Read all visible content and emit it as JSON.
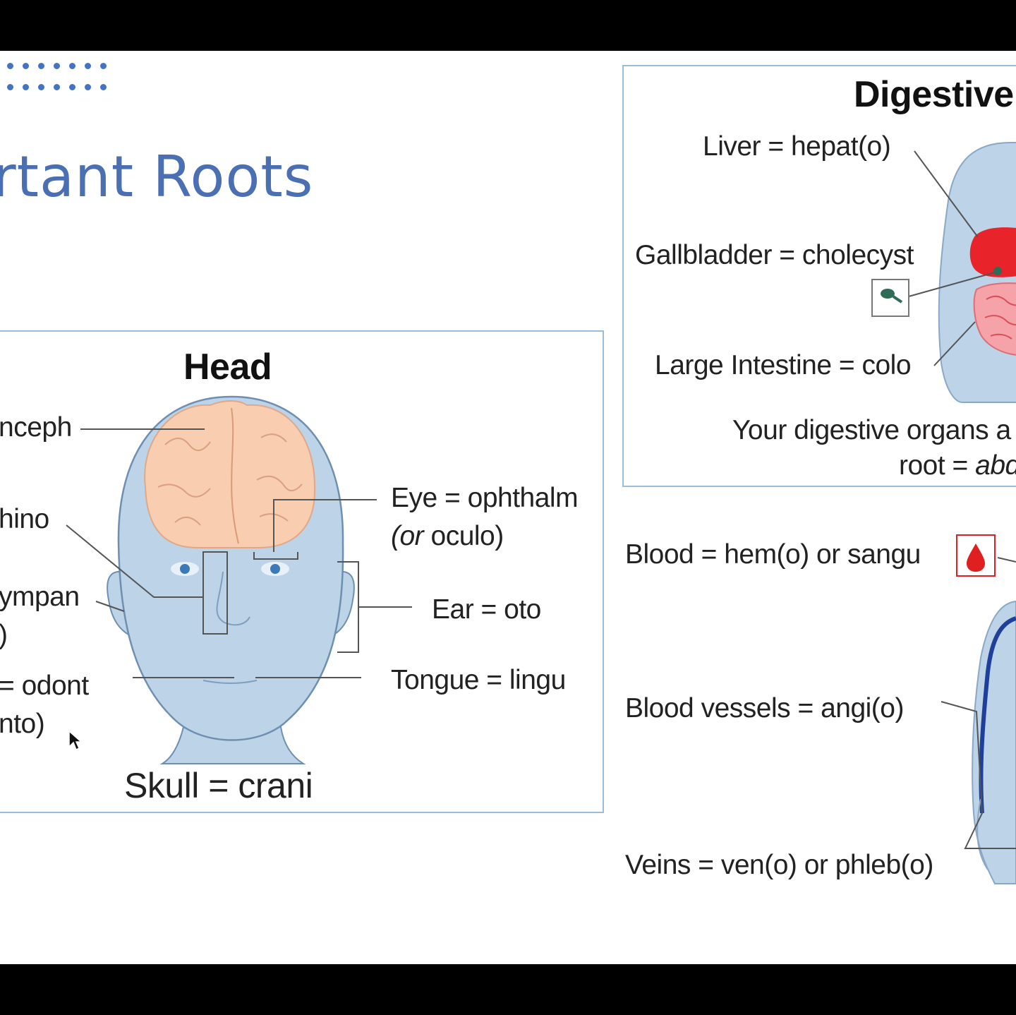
{
  "slide": {
    "title": "portant Roots"
  },
  "head_panel": {
    "heading": "Head",
    "labels": {
      "enceph": "nceph",
      "rhino": "hino",
      "tympan": "ympan",
      "tympan_paren": ")",
      "odont": "= odont",
      "odont_paren": "nto)",
      "eye_line1": "Eye = ophthalm",
      "eye_line2_italic": "(or",
      "eye_line2_rest": "oculo)",
      "ear": "Ear = oto",
      "tongue": "Tongue = lingu",
      "skull": "Skull = crani"
    }
  },
  "digestive_panel": {
    "heading": "Digestive",
    "labels": {
      "liver": "Liver = hepat(o)",
      "gallbladder": "Gallbladder = cholecyst",
      "large_intestine": "Large Intestine = colo",
      "organs_line1": "Your digestive organs a",
      "organs_line2_prefix": "root =",
      "organs_line2_italic": "abd"
    }
  },
  "blood_section": {
    "labels": {
      "blood": "Blood = hem(o) or sangu",
      "blood_vessels": "Blood vessels = angi(o)",
      "veins": "Veins = ven(o) or phleb(o)"
    }
  },
  "icons": [
    "gallbladder-icon",
    "blood-drop-icon",
    "mouse-cursor-icon"
  ],
  "colors": {
    "title_blue": "#4a6fb3",
    "panel_border": "#9cbdd8",
    "body_blue": "#bcd3e8",
    "brain_peach": "#f8cdb0",
    "liver_red": "#e8232a",
    "vein_blue": "#1f3f9a"
  }
}
